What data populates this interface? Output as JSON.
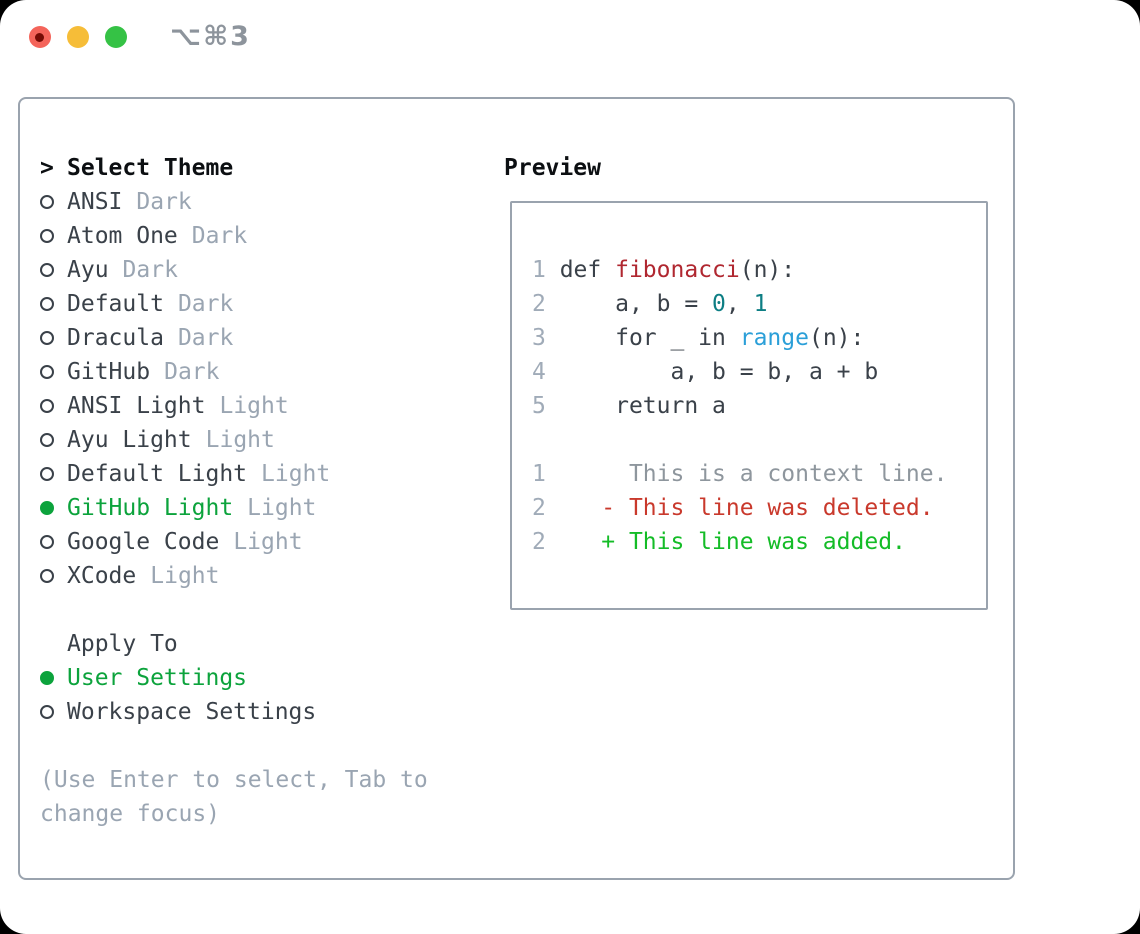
{
  "titlebar": {
    "title": "⌥⌘3"
  },
  "colors": {
    "accent_green": "#0ca33c",
    "muted": "#9aa5b2",
    "text_dark": "#3a4149",
    "heading": "#0c0f12",
    "border": "#9aa3ae",
    "titlebar_title": "#8d949c",
    "traffic_red": "#f4645a",
    "traffic_red_dot": "#750b04",
    "traffic_yellow": "#f6bd38",
    "traffic_green": "#35c245",
    "code_lineno": "#a0abb8",
    "code_text": "#3a4149",
    "code_function": "#b02730",
    "code_number": "#0d7e84",
    "code_builtin": "#2b9fd8",
    "diff_context": "#8e969d",
    "diff_deleted": "#c9392c",
    "diff_added": "#14bc27"
  },
  "theme_picker": {
    "header_marker": ">",
    "header": "Select Theme",
    "items": [
      {
        "name": "ANSI",
        "tag": "Dark",
        "selected": false
      },
      {
        "name": "Atom One",
        "tag": "Dark",
        "selected": false
      },
      {
        "name": "Ayu",
        "tag": "Dark",
        "selected": false
      },
      {
        "name": "Default",
        "tag": "Dark",
        "selected": false
      },
      {
        "name": "Dracula",
        "tag": "Dark",
        "selected": false
      },
      {
        "name": "GitHub",
        "tag": "Dark",
        "selected": false
      },
      {
        "name": "ANSI Light",
        "tag": "Light",
        "selected": false
      },
      {
        "name": "Ayu Light",
        "tag": "Light",
        "selected": false
      },
      {
        "name": "Default Light",
        "tag": "Light",
        "selected": false
      },
      {
        "name": "GitHub Light",
        "tag": "Light",
        "selected": true
      },
      {
        "name": "Google Code",
        "tag": "Light",
        "selected": false
      },
      {
        "name": "XCode",
        "tag": "Light",
        "selected": false
      }
    ]
  },
  "apply_to": {
    "header": "Apply To",
    "options": [
      {
        "label": "User Settings",
        "selected": true
      },
      {
        "label": "Workspace Settings",
        "selected": false
      }
    ]
  },
  "help": {
    "lines": [
      "(Use Enter to select, Tab to",
      "change focus)"
    ]
  },
  "preview": {
    "header": "Preview",
    "lines": [
      {
        "segments": [
          {
            "text": "1",
            "color": "code_lineno"
          },
          {
            "text": " def ",
            "color": "code_text"
          },
          {
            "text": "fibonacci",
            "color": "code_function"
          },
          {
            "text": "(n):",
            "color": "code_text"
          }
        ]
      },
      {
        "segments": [
          {
            "text": "2",
            "color": "code_lineno"
          },
          {
            "text": "     a, b = ",
            "color": "code_text"
          },
          {
            "text": "0",
            "color": "code_number"
          },
          {
            "text": ", ",
            "color": "code_text"
          },
          {
            "text": "1",
            "color": "code_number"
          }
        ]
      },
      {
        "segments": [
          {
            "text": "3",
            "color": "code_lineno"
          },
          {
            "text": "     for _ in ",
            "color": "code_text"
          },
          {
            "text": "range",
            "color": "code_builtin"
          },
          {
            "text": "(n):",
            "color": "code_text"
          }
        ]
      },
      {
        "segments": [
          {
            "text": "4",
            "color": "code_lineno"
          },
          {
            "text": "         a, b = b, a + b",
            "color": "code_text"
          }
        ]
      },
      {
        "segments": [
          {
            "text": "5",
            "color": "code_lineno"
          },
          {
            "text": "     return a",
            "color": "code_text"
          }
        ]
      },
      {
        "segments": []
      },
      {
        "segments": [
          {
            "text": "1",
            "color": "code_lineno"
          },
          {
            "text": "      This is a context line.",
            "color": "diff_context"
          }
        ]
      },
      {
        "segments": [
          {
            "text": "2",
            "color": "code_lineno"
          },
          {
            "text": "    ",
            "color": "code_text"
          },
          {
            "text": "- This line was deleted.",
            "color": "diff_deleted"
          }
        ]
      },
      {
        "segments": [
          {
            "text": "2",
            "color": "code_lineno"
          },
          {
            "text": "    ",
            "color": "code_text"
          },
          {
            "text": "+ This line was added.",
            "color": "diff_added"
          }
        ]
      }
    ]
  }
}
